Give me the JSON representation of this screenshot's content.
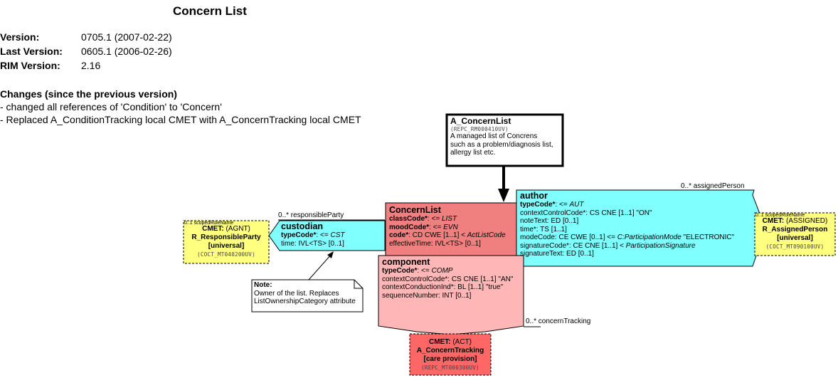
{
  "title": "Concern List",
  "meta": {
    "version_label": "Version:",
    "version_value": "0705.1 (2007-02-22)",
    "last_version_label": "Last Version:",
    "last_version_value": "0605.1 (2006-02-26)",
    "rim_version_label": "RIM Version:",
    "rim_version_value": "2.16"
  },
  "changes": {
    "heading": "Changes (since the previous version)",
    "items": [
      "- changed all references of 'Condition' to 'Concern'",
      "- Replaced A_ConditionTracking local CMET with A_ConcernTracking local CMET"
    ]
  },
  "entry": {
    "name": "A_ConcernList",
    "code": "(REPC_RM000410UV)",
    "desc": [
      "A managed list of Concrens",
      "such as a problem/diagnosis list,",
      "allergy list etc."
    ]
  },
  "concern_list": {
    "name": "ConcernList",
    "attrs": [
      {
        "name": "classCode*",
        "rest": ": <= ",
        "ital": "LIST"
      },
      {
        "name": "moodCode*",
        "rest": ": <= ",
        "ital": "EVN"
      },
      {
        "name": "code*",
        "rest": ": CD CWE [1..1] < ",
        "ital": "ActListCode"
      },
      {
        "name": "",
        "rest": "effectiveTime: IVL<TS> [0..1]",
        "ital": ""
      }
    ]
  },
  "custodian": {
    "name": "custodian",
    "assoc": "0..* responsibleParty",
    "attrs": [
      {
        "name": "typeCode*",
        "rest": ": <= ",
        "ital": "CST"
      },
      {
        "name": "",
        "rest": "time: IVL<TS> [0..1]",
        "ital": ""
      }
    ]
  },
  "author": {
    "name": "author",
    "assoc": "0..* assignedPerson",
    "attrs": [
      {
        "name": "typeCode*",
        "rest": ": <= ",
        "ital": "AUT"
      },
      {
        "name": "",
        "rest": "contextControlCode*: CS CNE [1..1] \"ON\"",
        "ital": ""
      },
      {
        "name": "",
        "rest": "noteText: ED [0..1]",
        "ital": ""
      },
      {
        "name": "",
        "rest": "time*: TS [1..1]",
        "ital": ""
      },
      {
        "name": "",
        "rest": "modeCode: CE CWE [0..1] <= ",
        "ital": "C:ParticipationMode",
        "after": " \"ELECTRONIC\""
      },
      {
        "name": "",
        "rest": "signatureCode*: CE CNE [1..1] < ",
        "ital": "ParticipationSignature"
      },
      {
        "name": "",
        "rest": "signatureText: ED [0..1]",
        "ital": ""
      }
    ]
  },
  "component": {
    "name": "component",
    "assoc": "0..* concernTracking",
    "attrs": [
      {
        "name": "typeCode*",
        "rest": ": <= ",
        "ital": "COMP"
      },
      {
        "name": "",
        "rest": "contextControlCode*: CS CNE [1..1] \"AN\"",
        "ital": ""
      },
      {
        "name": "",
        "rest": "contextConductionInd*: BL [1..1] \"true\"",
        "ital": ""
      },
      {
        "name": "",
        "rest": "sequenceNumber: INT [0..1]",
        "ital": ""
      }
    ]
  },
  "note": {
    "label": "Note:",
    "lines": [
      "Owner of the list.  Replaces",
      "ListOwnershipCategory attribute"
    ]
  },
  "cmet_agnt": {
    "role": "0..1 scopedRoleName",
    "head_bold": "CMET:",
    "head_rest": " (AGNT)",
    "name": "R_ResponsibleParty",
    "variant": "[universal]",
    "code": "(COCT_MT040200UV)"
  },
  "cmet_assigned": {
    "role": "0..1 scopedRoleName",
    "head_bold": "CMET:",
    "head_rest": " (ASSIGNED)",
    "name": "R_AssignedPerson",
    "variant": "[universal]",
    "code": "(COCT_MT090100UV)"
  },
  "cmet_act": {
    "head_bold": "CMET:",
    "head_rest": " (ACT)",
    "name": "A_ConcernTracking",
    "variant": "[care provision]",
    "code": "(REPC_MT000300UV)"
  },
  "colors": {
    "act_red": "#F08080",
    "act_pink": "#FFB6B6",
    "participation_cyan": "#80FFFF",
    "role_yellow": "#FFFF80",
    "cmet_red": "#FF6666"
  }
}
